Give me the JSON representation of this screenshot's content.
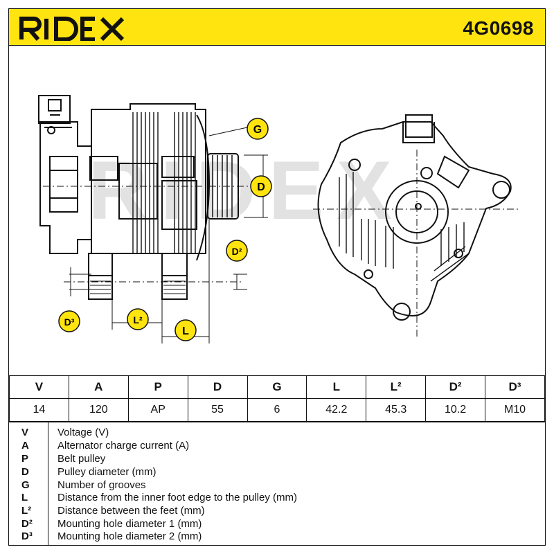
{
  "header": {
    "brand": "RIDEX",
    "part_number": "4G0698"
  },
  "colors": {
    "accent_yellow": "#ffe40f",
    "ink": "#111111",
    "watermark": "#d9d9d9"
  },
  "drawing": {
    "watermark": "RIDEX",
    "callouts": {
      "G": "G",
      "D": "D",
      "D2": "D²",
      "D3": "D³",
      "L2": "L²",
      "L": "L"
    }
  },
  "specs": {
    "headers": [
      "V",
      "A",
      "P",
      "D",
      "G",
      "L",
      "L²",
      "D²",
      "D³"
    ],
    "values": [
      "14",
      "120",
      "AP",
      "55",
      "6",
      "42.2",
      "45.3",
      "10.2",
      "M10"
    ]
  },
  "legend": [
    {
      "symbol": "V",
      "description": "Voltage (V)"
    },
    {
      "symbol": "A",
      "description": "Alternator charge current (A)"
    },
    {
      "symbol": "P",
      "description": "Belt pulley"
    },
    {
      "symbol": "D",
      "description": "Pulley diameter (mm)"
    },
    {
      "symbol": "G",
      "description": "Number of grooves"
    },
    {
      "symbol": "L",
      "description": "Distance from the inner foot edge to the pulley (mm)"
    },
    {
      "symbol": "L²",
      "description": "Distance between the feet (mm)"
    },
    {
      "symbol": "D²",
      "description": "Mounting hole diameter 1 (mm)"
    },
    {
      "symbol": "D³",
      "description": "Mounting hole diameter 2 (mm)"
    }
  ]
}
